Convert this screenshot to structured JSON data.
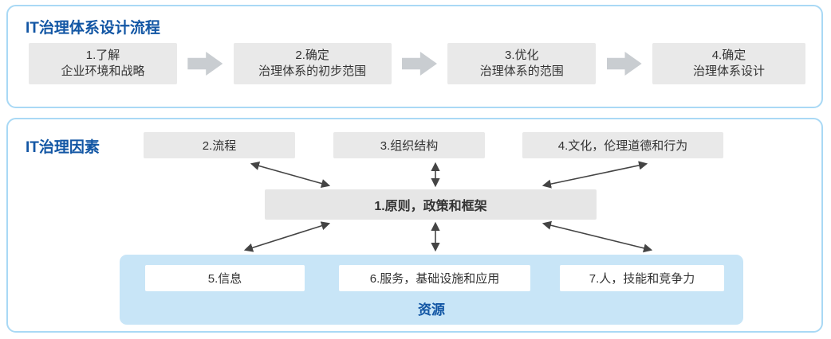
{
  "colors": {
    "panel_border": "#a9d9f5",
    "title_blue": "#1256a4",
    "box_gray": "#e9e9e9",
    "block_arrow_gray": "#c9cdd1",
    "resource_bg": "#c8e5f7",
    "line_arrow": "#444444"
  },
  "top_panel": {
    "title": "IT治理体系设计流程",
    "steps": [
      {
        "line1": "1.了解",
        "line2": "企业环境和战略"
      },
      {
        "line1": "2.确定",
        "line2": "治理体系的初步范围"
      },
      {
        "line1": "3.优化",
        "line2": "治理体系的范围"
      },
      {
        "line1": "4.确定",
        "line2": "治理体系设计"
      }
    ]
  },
  "bottom_panel": {
    "title": "IT治理因素",
    "top_boxes": [
      "2.流程",
      "3.组织结构",
      "4.文化，伦理道德和行为"
    ],
    "center_box": "1.原则，政策和框架",
    "resource_boxes": [
      "5.信息",
      "6.服务，基础设施和应用",
      "7.人，技能和竞争力"
    ],
    "resource_label": "资源"
  }
}
